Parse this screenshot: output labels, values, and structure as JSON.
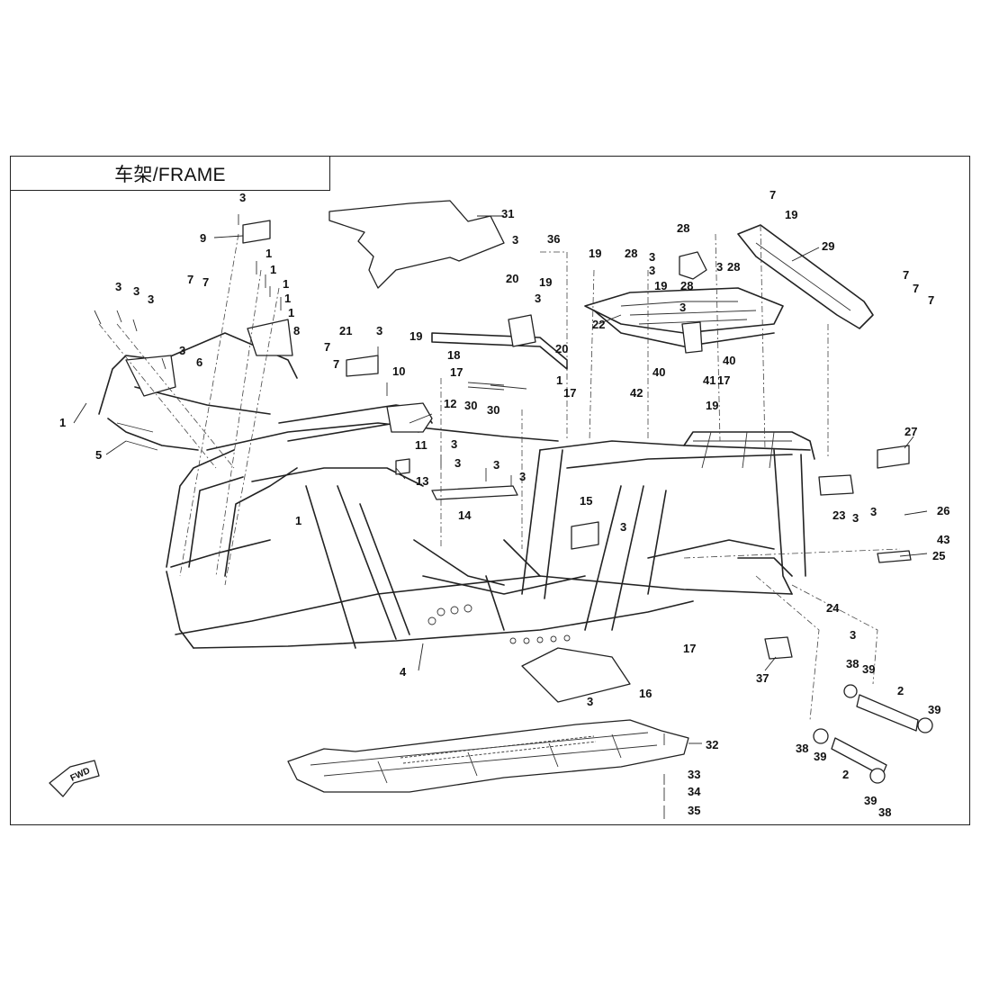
{
  "title": "车架/FRAME",
  "fwd_label": "FWD",
  "callouts": [
    {
      "id": "c3a",
      "text": "3"
    },
    {
      "id": "c9",
      "text": "9"
    },
    {
      "id": "c31",
      "text": "31"
    },
    {
      "id": "c3b",
      "text": "3"
    },
    {
      "id": "c36",
      "text": "36"
    },
    {
      "id": "c7a",
      "text": "7"
    },
    {
      "id": "c19a",
      "text": "19"
    },
    {
      "id": "c29",
      "text": "29"
    },
    {
      "id": "c19b",
      "text": "19"
    },
    {
      "id": "c28a",
      "text": "28"
    },
    {
      "id": "c3c",
      "text": "3"
    },
    {
      "id": "c28b",
      "text": "28"
    },
    {
      "id": "c3d",
      "text": "3"
    },
    {
      "id": "c28c",
      "text": "28"
    },
    {
      "id": "c3e",
      "text": "3"
    },
    {
      "id": "c19c",
      "text": "19"
    },
    {
      "id": "c28d",
      "text": "28"
    },
    {
      "id": "c3f",
      "text": "3"
    },
    {
      "id": "c7b",
      "text": "7"
    },
    {
      "id": "c7c",
      "text": "7"
    },
    {
      "id": "c7d",
      "text": "7"
    },
    {
      "id": "c3g",
      "text": "3"
    },
    {
      "id": "c3h",
      "text": "3"
    },
    {
      "id": "c3i",
      "text": "3"
    },
    {
      "id": "c7e",
      "text": "7"
    },
    {
      "id": "c7f",
      "text": "7"
    },
    {
      "id": "c1a",
      "text": "1"
    },
    {
      "id": "c1b",
      "text": "1"
    },
    {
      "id": "c1c",
      "text": "1"
    },
    {
      "id": "c1d",
      "text": "1"
    },
    {
      "id": "c1e",
      "text": "1"
    },
    {
      "id": "c20a",
      "text": "20"
    },
    {
      "id": "c19d",
      "text": "19"
    },
    {
      "id": "c3j",
      "text": "3"
    },
    {
      "id": "c8",
      "text": "8"
    },
    {
      "id": "c21",
      "text": "21"
    },
    {
      "id": "c3k",
      "text": "3"
    },
    {
      "id": "c19e",
      "text": "19"
    },
    {
      "id": "c18",
      "text": "18"
    },
    {
      "id": "c20b",
      "text": "20"
    },
    {
      "id": "c22",
      "text": "22"
    },
    {
      "id": "c3l",
      "text": "3"
    },
    {
      "id": "c6",
      "text": "6"
    },
    {
      "id": "c7g",
      "text": "7"
    },
    {
      "id": "c7h",
      "text": "7"
    },
    {
      "id": "c10",
      "text": "10"
    },
    {
      "id": "c17a",
      "text": "17"
    },
    {
      "id": "c1f",
      "text": "1"
    },
    {
      "id": "c40a",
      "text": "40"
    },
    {
      "id": "c40b",
      "text": "40"
    },
    {
      "id": "c41",
      "text": "41"
    },
    {
      "id": "c17b",
      "text": "17"
    },
    {
      "id": "c42",
      "text": "42"
    },
    {
      "id": "c19f",
      "text": "19"
    },
    {
      "id": "c1g",
      "text": "1"
    },
    {
      "id": "c30a",
      "text": "30"
    },
    {
      "id": "c30b",
      "text": "30"
    },
    {
      "id": "c17c",
      "text": "17"
    },
    {
      "id": "c12",
      "text": "12"
    },
    {
      "id": "c5",
      "text": "5"
    },
    {
      "id": "c11",
      "text": "11"
    },
    {
      "id": "c27",
      "text": "27"
    },
    {
      "id": "c3m",
      "text": "3"
    },
    {
      "id": "c3n",
      "text": "3"
    },
    {
      "id": "c3o",
      "text": "3"
    },
    {
      "id": "c13",
      "text": "13"
    },
    {
      "id": "c3p",
      "text": "3"
    },
    {
      "id": "c23",
      "text": "23"
    },
    {
      "id": "c3q",
      "text": "3"
    },
    {
      "id": "c3r",
      "text": "3"
    },
    {
      "id": "c26",
      "text": "26"
    },
    {
      "id": "c15",
      "text": "15"
    },
    {
      "id": "c1h",
      "text": "1"
    },
    {
      "id": "c14",
      "text": "14"
    },
    {
      "id": "c3s",
      "text": "3"
    },
    {
      "id": "c43",
      "text": "43"
    },
    {
      "id": "c25",
      "text": "25"
    },
    {
      "id": "c24",
      "text": "24"
    },
    {
      "id": "c3t",
      "text": "3"
    },
    {
      "id": "c17d",
      "text": "17"
    },
    {
      "id": "c37",
      "text": "37"
    },
    {
      "id": "c4",
      "text": "4"
    },
    {
      "id": "c38a",
      "text": "38"
    },
    {
      "id": "c39a",
      "text": "39"
    },
    {
      "id": "c2a",
      "text": "2"
    },
    {
      "id": "c16",
      "text": "16"
    },
    {
      "id": "c3u",
      "text": "3"
    },
    {
      "id": "c39b",
      "text": "39"
    },
    {
      "id": "c38b",
      "text": "38"
    },
    {
      "id": "c39c",
      "text": "39"
    },
    {
      "id": "c32",
      "text": "32"
    },
    {
      "id": "c2b",
      "text": "2"
    },
    {
      "id": "c33",
      "text": "33"
    },
    {
      "id": "c34",
      "text": "34"
    },
    {
      "id": "c39d",
      "text": "39"
    },
    {
      "id": "c35",
      "text": "35"
    },
    {
      "id": "c38c",
      "text": "38"
    }
  ]
}
